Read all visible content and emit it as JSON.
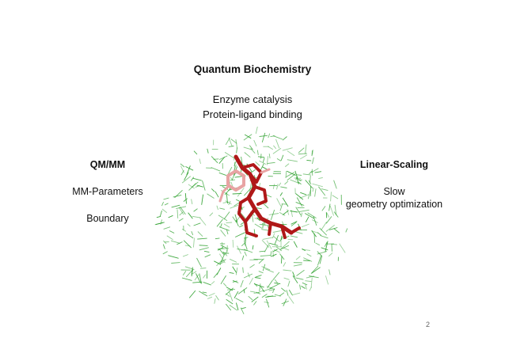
{
  "slide": {
    "title": "Quantum Biochemistry",
    "center_lines": [
      "Enzyme catalysis",
      "Protein-ligand binding"
    ],
    "left": {
      "heading": "QM/MM",
      "items": [
        "MM-Parameters",
        "Boundary"
      ]
    },
    "right": {
      "heading": "Linear-Scaling",
      "items": [
        "Slow",
        "geometry optimization"
      ]
    },
    "page_number": "2"
  },
  "image": {
    "subject": "protein-structure",
    "colors": {
      "protein": "#2fa12f",
      "ligand": "#b01818",
      "ligand_highlight": "#e8a3a3"
    }
  }
}
